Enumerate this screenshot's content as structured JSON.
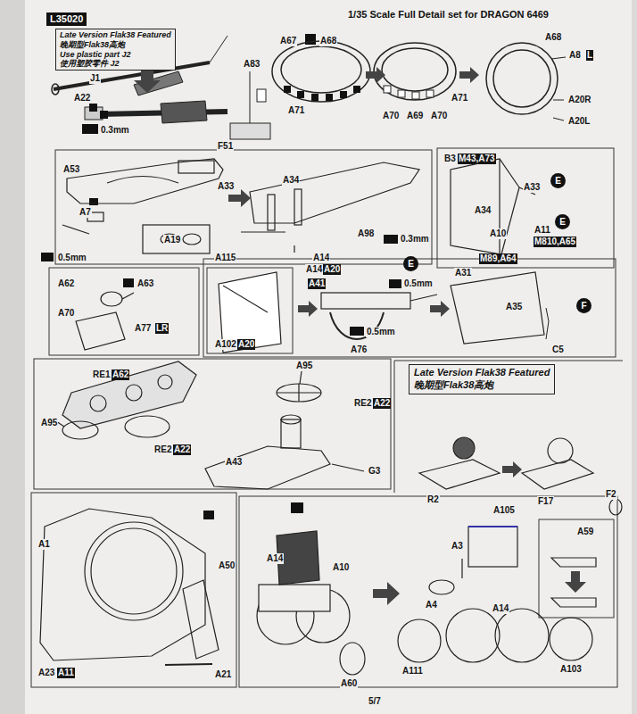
{
  "diagram": {
    "title": "1/35 Scale Full Detail set for DRAGON 6469",
    "nodes": [
      {
        "text": [
          "L35020"
        ]
      },
      {
        "text": [
          "Late Version Flak38 Featured",
          "晚期型Flak38高炮",
          "Use plastic part J2",
          "使用塑胶零件 J2"
        ]
      },
      {
        "text": [
          "E"
        ]
      },
      {
        "text": [
          "E"
        ]
      },
      {
        "text": [
          "E"
        ]
      },
      {
        "text": [
          "F"
        ]
      },
      {
        "text": [
          "Late Version Flak38 Featured",
          "晚期型Flak38高炮"
        ]
      }
    ],
    "labels": [
      "J1",
      "A22",
      "0.3mm",
      "A83",
      "F51",
      "A67",
      "A68",
      "A71",
      "A70",
      "A69",
      "A70",
      "A71",
      "A68",
      "A8",
      "L",
      "A20R",
      "A20L",
      "A53",
      "A7",
      "0.5mm",
      "A19",
      "A33",
      "A34",
      "A115",
      "A14",
      "A98",
      "0.3mm",
      "B3",
      "M43,A73",
      "A33",
      "A34",
      "A11",
      "M810,A65",
      "A10",
      "M89,A64",
      "A62",
      "A63",
      "A70",
      "A77",
      "LR",
      "A14",
      "A20",
      "A41",
      "0.5mm",
      "A31",
      "A102",
      "A20",
      "0.5mm",
      "A76",
      "A35",
      "C5",
      "RE1",
      "A62",
      "A95",
      "RE2",
      "A22",
      "A95",
      "RE2",
      "A22",
      "A43",
      "G3",
      "R2",
      "F17",
      "F2",
      "A1",
      "A23",
      "A11",
      "A50",
      "A21",
      "A14",
      "A10",
      "A60",
      "A105",
      "A3",
      "A4",
      "A14",
      "A59",
      "A111",
      "A103",
      "5/7"
    ]
  }
}
